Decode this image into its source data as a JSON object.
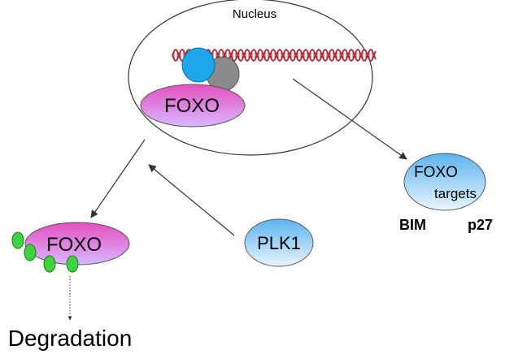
{
  "labels": {
    "nucleus": "Nucleus",
    "foxo_nuclear": "FOXO",
    "foxo_targets_line1": "FOXO",
    "foxo_targets_line2": "targets",
    "bim": "BIM",
    "p27": "p27",
    "plk1": "PLK1",
    "foxo_cytoplasm": "FOXO",
    "degradation": "Degradation"
  },
  "colors": {
    "dna_strand": "#b3262f",
    "blue_factor": "#1da7ea",
    "gray_factor": "#8a8a8a",
    "foxo_pink": "#e64fc0",
    "foxo_lilac": "#d9b8ff",
    "target_blue": "#63b8f0",
    "target_light": "#e6f3ff",
    "phospho_green": "#3fd43f",
    "arrow": "#333333"
  }
}
